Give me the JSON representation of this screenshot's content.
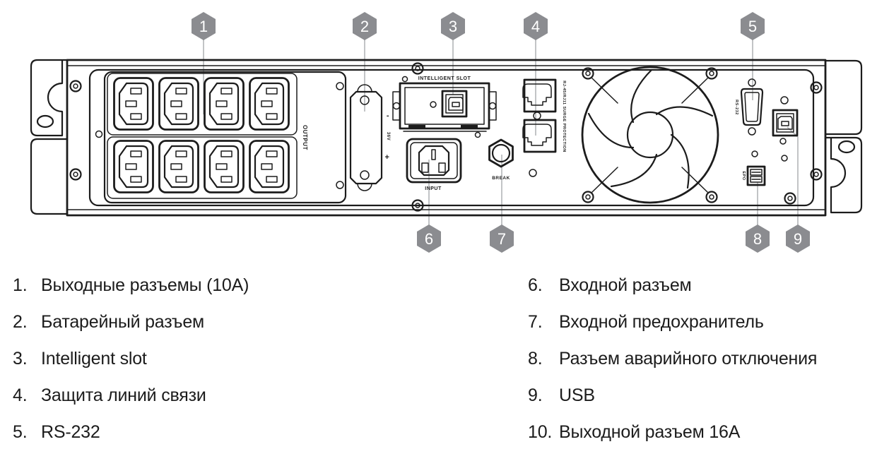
{
  "diagram": {
    "callouts": [
      "1",
      "2",
      "3",
      "4",
      "5",
      "6",
      "7",
      "8",
      "9"
    ],
    "panel_labels": {
      "output": "OUTPUT",
      "intelligent_slot": "INTELLIGENT SLOT",
      "input": "INPUT",
      "breaker": "BREAK",
      "surge": "RJ-45/RJ11 SURGE PROTECTION",
      "rs232": "RS-232",
      "epo": "EPO",
      "battery_minus": "-",
      "battery_voltage": "36V",
      "battery_plus": "+"
    },
    "colors": {
      "line": "#1c1c1c",
      "badge": "#8b8c90",
      "leader": "#b8b9bc",
      "background": "#ffffff"
    }
  },
  "legend": {
    "left": [
      {
        "num": "1.",
        "label": "Выходные разъемы (10A)"
      },
      {
        "num": "2.",
        "label": "Батарейный разъем"
      },
      {
        "num": "3.",
        "label": "Intelligent slot"
      },
      {
        "num": "4.",
        "label": "Защита линий связи"
      },
      {
        "num": "5.",
        "label": "RS-232"
      }
    ],
    "right": [
      {
        "num": "6.",
        "label": "Входной разъем"
      },
      {
        "num": "7.",
        "label": "Входной предохранитель"
      },
      {
        "num": "8.",
        "label": "Разъем аварийного отключения"
      },
      {
        "num": "9.",
        "label": "USB"
      },
      {
        "num": "10.",
        "label": "Выходной разъем 16A"
      }
    ]
  }
}
